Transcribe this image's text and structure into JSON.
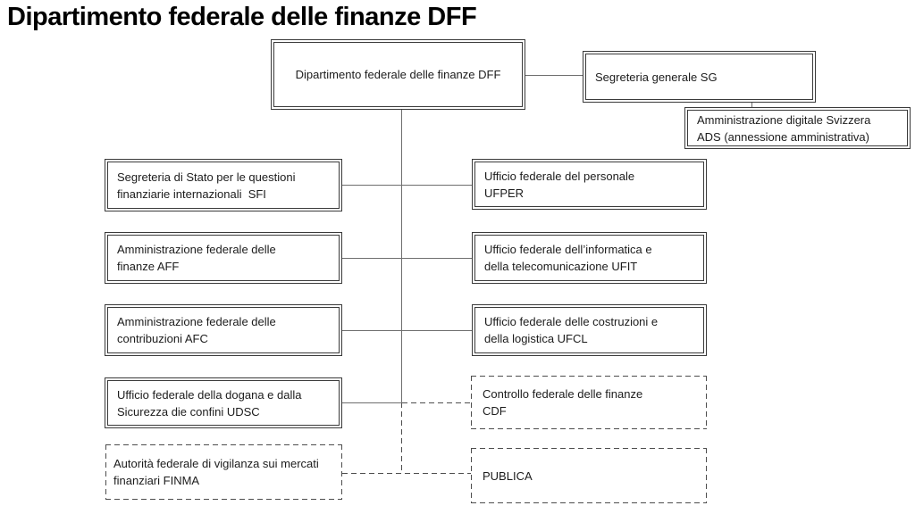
{
  "page_title": "Dipartimento federale delle finanze DFF",
  "colors": {
    "background": "#ffffff",
    "title_text": "#000000",
    "box_border": "#3a3a3a",
    "dashed_border": "#4d4d4d",
    "connector": "#6e6e6e",
    "box_text": "#1c1c1c"
  },
  "nodes": {
    "root": {
      "label": "Dipartimento federale delle finanze DFF",
      "style": "double"
    },
    "sg": {
      "label": "Segreteria generale SG",
      "style": "double"
    },
    "ads": {
      "label": "Amministrazione digitale Svizzera\nADS (annessione amministrativa)",
      "style": "double"
    },
    "sfi": {
      "label": "Segreteria di Stato per le questioni\nfinanziarie internazionali  SFI",
      "style": "double"
    },
    "aff": {
      "label": "Amministrazione federale delle\nfinanze AFF",
      "style": "double"
    },
    "afc": {
      "label": "Amministrazione federale delle\ncontribuzioni AFC",
      "style": "double"
    },
    "udsc": {
      "label": "Ufficio federale della dogana e dalla\nSicurezza die confini UDSC",
      "style": "double"
    },
    "finma": {
      "label": "Autorità federale di vigilanza sui mercati\nfinanziari FINMA",
      "style": "dashed"
    },
    "ufper": {
      "label": "Ufficio federale del personale\nUFPER",
      "style": "double"
    },
    "ufit": {
      "label": "Ufficio federale dell’informatica e\ndella telecomunicazione UFIT",
      "style": "double"
    },
    "ufcl": {
      "label": "Ufficio federale delle costruzioni e\ndella logistica UFCL",
      "style": "double"
    },
    "cdf": {
      "label": "Controllo federale delle finanze\nCDF",
      "style": "dashed"
    },
    "publica": {
      "label": "PUBLICA",
      "style": "dashed"
    }
  }
}
